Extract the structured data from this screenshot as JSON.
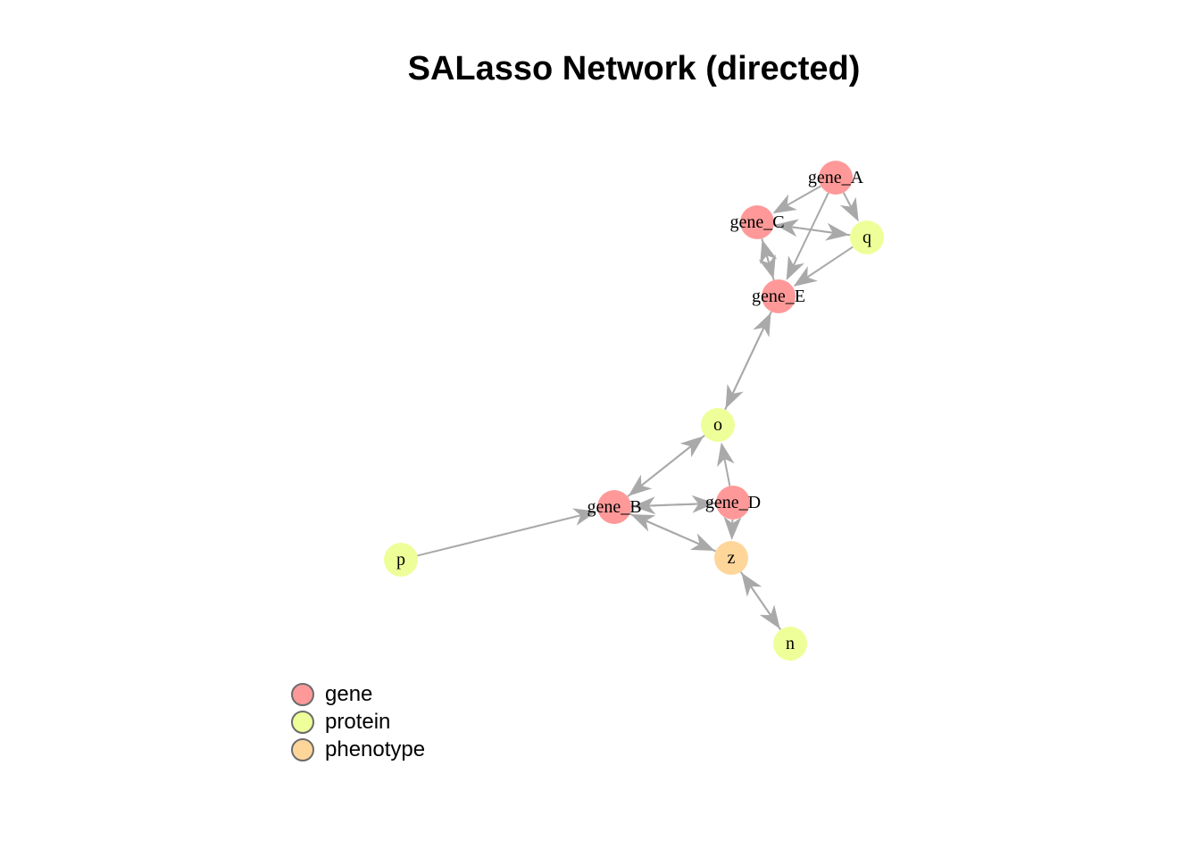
{
  "title": "SALasso Network (directed)",
  "colors": {
    "gene": "#ff9999",
    "protein": "#eeff99",
    "phenotype": "#ffd699",
    "edge": "#a9a9a9"
  },
  "legend": [
    {
      "label": "gene",
      "type": "gene"
    },
    {
      "label": "protein",
      "type": "protein"
    },
    {
      "label": "phenotype",
      "type": "phenotype"
    }
  ],
  "nodes": [
    {
      "id": "gene_A",
      "label": "gene_A",
      "type": "gene"
    },
    {
      "id": "gene_C",
      "label": "gene_C",
      "type": "gene"
    },
    {
      "id": "q",
      "label": "q",
      "type": "protein"
    },
    {
      "id": "gene_E",
      "label": "gene_E",
      "type": "gene"
    },
    {
      "id": "o",
      "label": "o",
      "type": "protein"
    },
    {
      "id": "gene_B",
      "label": "gene_B",
      "type": "gene"
    },
    {
      "id": "gene_D",
      "label": "gene_D",
      "type": "gene"
    },
    {
      "id": "z",
      "label": "z",
      "type": "phenotype"
    },
    {
      "id": "p",
      "label": "p",
      "type": "protein"
    },
    {
      "id": "n",
      "label": "n",
      "type": "protein"
    }
  ],
  "edges": [
    {
      "from": "gene_A",
      "to": "gene_C"
    },
    {
      "from": "gene_A",
      "to": "q"
    },
    {
      "from": "gene_A",
      "to": "gene_E"
    },
    {
      "from": "q",
      "to": "gene_C"
    },
    {
      "from": "gene_C",
      "to": "q"
    },
    {
      "from": "q",
      "to": "gene_E"
    },
    {
      "from": "gene_C",
      "to": "gene_E"
    },
    {
      "from": "gene_E",
      "to": "gene_C"
    },
    {
      "from": "o",
      "to": "gene_E"
    },
    {
      "from": "gene_E",
      "to": "o"
    },
    {
      "from": "gene_B",
      "to": "o"
    },
    {
      "from": "o",
      "to": "gene_B"
    },
    {
      "from": "gene_D",
      "to": "o"
    },
    {
      "from": "gene_B",
      "to": "gene_D"
    },
    {
      "from": "gene_D",
      "to": "gene_B"
    },
    {
      "from": "gene_B",
      "to": "z"
    },
    {
      "from": "z",
      "to": "gene_B"
    },
    {
      "from": "gene_D",
      "to": "z"
    },
    {
      "from": "p",
      "to": "gene_B"
    },
    {
      "from": "z",
      "to": "n"
    },
    {
      "from": "n",
      "to": "z"
    }
  ]
}
